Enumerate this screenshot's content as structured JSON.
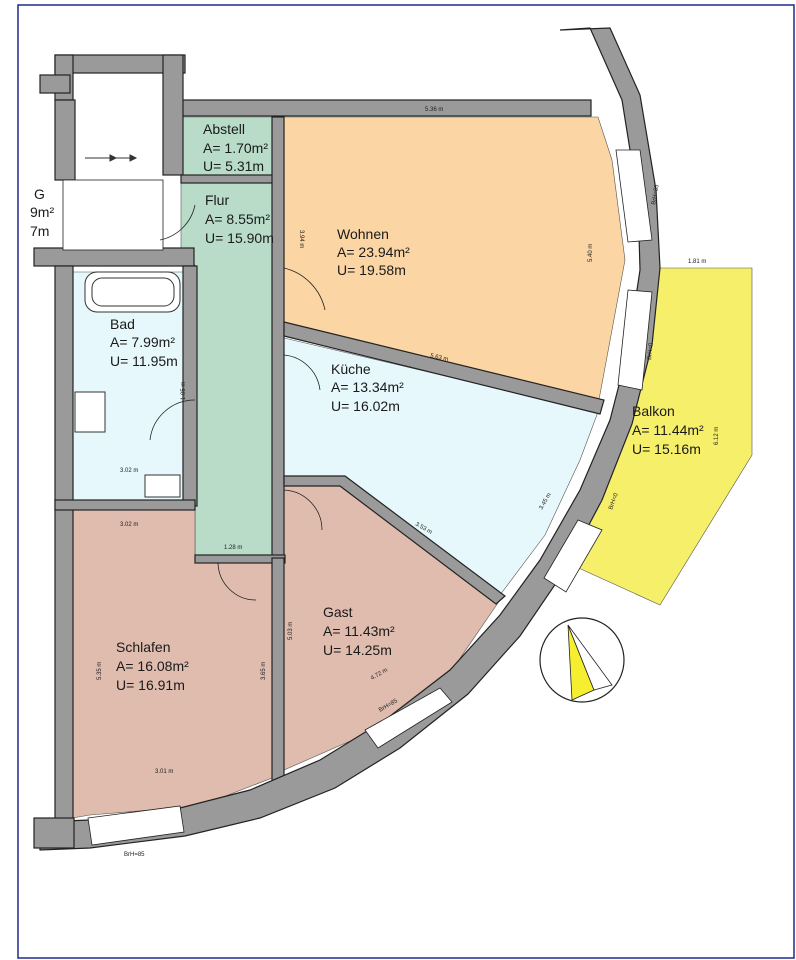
{
  "rooms": {
    "abstell": {
      "name": "Abstell",
      "area": "A= 1.70m²",
      "perimeter": "U= 5.31m",
      "color": "#b9dcc9"
    },
    "flur": {
      "name": "Flur",
      "area": "A= 8.55m²",
      "perimeter": "U= 15.90m",
      "color": "#b9dcc9"
    },
    "wohnen": {
      "name": "Wohnen",
      "area": "A= 23.94m²",
      "perimeter": "U= 19.58m",
      "color": "#fbd5a3"
    },
    "kueche": {
      "name": "Küche",
      "area": "A= 13.34m²",
      "perimeter": "U= 16.02m",
      "color": "#e6f8fb"
    },
    "bad": {
      "name": "Bad",
      "area": "A= 7.99m²",
      "perimeter": "U= 11.95m",
      "color": "#e6f8fb"
    },
    "schlafen": {
      "name": "Schlafen",
      "area": "A= 16.08m²",
      "perimeter": "U= 16.91m",
      "color": "#dfbcae"
    },
    "gast": {
      "name": "Gast",
      "area": "A= 11.43m²",
      "perimeter": "U= 14.25m",
      "color": "#dfbcae"
    },
    "balkon": {
      "name": "Balkon",
      "area": "A= 11.44m²",
      "perimeter": "U= 15.16m",
      "color": "#f5ef6a"
    },
    "neighbor": {
      "name": "G",
      "area": "9m²",
      "perimeter": "7m"
    }
  },
  "dimensions": {
    "top": "5.36 m",
    "wohnen_left": "3.94 m",
    "wohnen_right": "5.40 m",
    "kueche_diag": "5.63 m",
    "balkon_top": "1.81 m",
    "balkon_side": "6.12 m",
    "bad_bottom": "3.02 m",
    "bad_side": "1.05 m",
    "flur_bottom": "1.28 m",
    "schlafen_top": "3.02 m",
    "schlafen_left": "5.35 m",
    "schlafen_right": "3.65 m",
    "schlafen_bottom": "3.01 m",
    "gast_left": "5.03 m",
    "gast_diag": "3.53 m",
    "gast_bottom": "4.72 m",
    "kueche_side": "3.45 m",
    "window_top": "BrH=85",
    "window_mid": "BrH=0",
    "window_balkon": "BrH=0",
    "window_gast": "BrH=85",
    "window_bottom": "BrH=85"
  },
  "colors": {
    "wall": "#9a9a9a",
    "border": "#1f2a8a",
    "compass_fill": "#f5ef30"
  }
}
